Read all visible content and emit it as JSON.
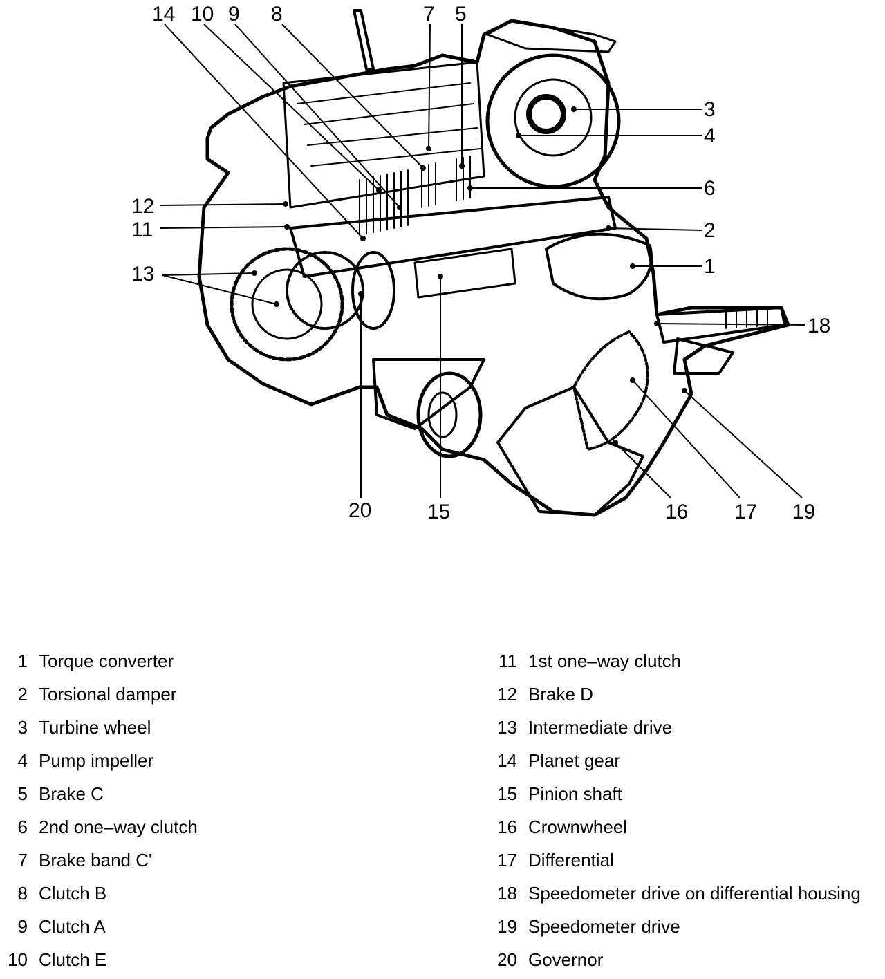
{
  "diagram": {
    "callouts": [
      "1",
      "2",
      "3",
      "4",
      "5",
      "6",
      "7",
      "8",
      "9",
      "10",
      "11",
      "12",
      "13",
      "14",
      "15",
      "16",
      "17",
      "18",
      "19",
      "20"
    ]
  },
  "legend": {
    "left": [
      {
        "num": "1",
        "label": "Torque converter"
      },
      {
        "num": "2",
        "label": "Torsional damper"
      },
      {
        "num": "3",
        "label": "Turbine wheel"
      },
      {
        "num": "4",
        "label": "Pump impeller"
      },
      {
        "num": "5",
        "label": "Brake C"
      },
      {
        "num": "6",
        "label": "2nd one–way clutch"
      },
      {
        "num": "7",
        "label": "Brake band C'"
      },
      {
        "num": "8",
        "label": "Clutch B"
      },
      {
        "num": "9",
        "label": "Clutch A"
      },
      {
        "num": "10",
        "label": "Clutch E"
      }
    ],
    "right": [
      {
        "num": "11",
        "label": "1st one–way clutch"
      },
      {
        "num": "12",
        "label": "Brake D"
      },
      {
        "num": "13",
        "label": "Intermediate drive"
      },
      {
        "num": "14",
        "label": "Planet gear"
      },
      {
        "num": "15",
        "label": "Pinion shaft"
      },
      {
        "num": "16",
        "label": "Crownwheel"
      },
      {
        "num": "17",
        "label": "Differential"
      },
      {
        "num": "18",
        "label": "Speedometer drive on differential housing"
      },
      {
        "num": "19",
        "label": "Speedometer drive"
      },
      {
        "num": "20",
        "label": "Governor"
      }
    ]
  }
}
